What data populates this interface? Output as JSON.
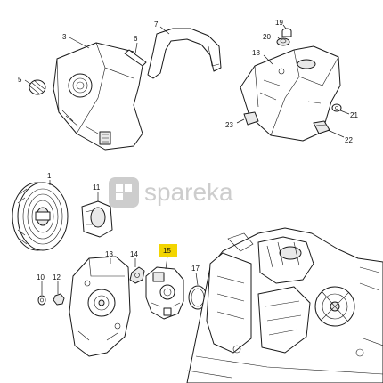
{
  "diagram": {
    "callouts": [
      "1",
      "3",
      "5",
      "6",
      "7",
      "10",
      "11",
      "12",
      "13",
      "14",
      "15",
      "17",
      "18",
      "19",
      "20",
      "21",
      "22",
      "23"
    ],
    "highlighted_callout": "15",
    "highlight_color": "#f3d500",
    "line_color": "#1a1a1a",
    "watermark_color": "#c8c8c8"
  },
  "watermark": {
    "text": "spareka"
  }
}
